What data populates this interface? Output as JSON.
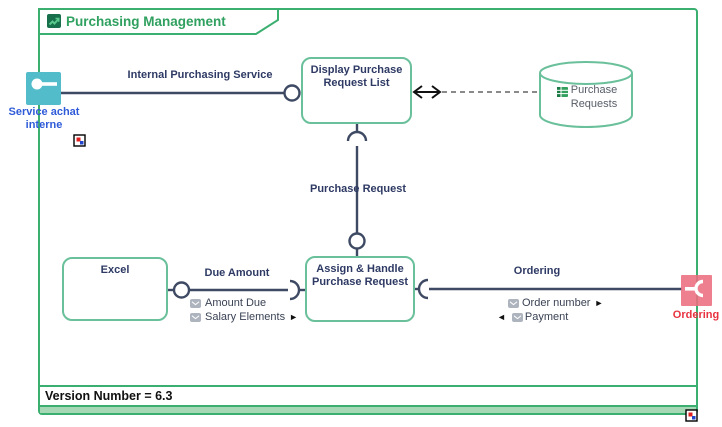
{
  "title": {
    "text": "Purchasing Management"
  },
  "boundary": {
    "service_port_label": "Service achat interne",
    "ordering_port_label": "Ordering"
  },
  "components": {
    "display": {
      "label": "Display Purchase Request List"
    },
    "excel": {
      "label": "Excel"
    },
    "assign": {
      "label": "Assign & Handle Purchase Request"
    }
  },
  "datastore": {
    "label": "Purchase Requests"
  },
  "connectors": {
    "internal_service": {
      "label": "Internal Purchasing Service"
    },
    "purchase_request": {
      "label": "Purchase Request"
    },
    "due_amount": {
      "label": "Due Amount",
      "items": [
        {
          "label": "Amount Due"
        },
        {
          "label": "Salary Elements",
          "direction": "►"
        }
      ]
    },
    "ordering": {
      "label": "Ordering",
      "items": [
        {
          "label": "Order number",
          "direction": "►"
        },
        {
          "label": "Payment",
          "direction": "◄"
        }
      ]
    }
  },
  "footer": {
    "version_label": "Version Number = 6.3"
  },
  "colors": {
    "container_green": "#3aaf6f",
    "box_border_green": "#6ac09a",
    "connector_slate": "#3e4a63",
    "label_navy": "#2e3a64",
    "title_green": "#2fa05f",
    "service_icon_teal": "#52bccb",
    "service_label_blue": "#2f5bd8",
    "ordering_icon_pink": "#ec6d80",
    "ordering_label_red": "#e8323f",
    "puzzle_green": "#24b14c",
    "puzzle_olive": "#53682c"
  }
}
